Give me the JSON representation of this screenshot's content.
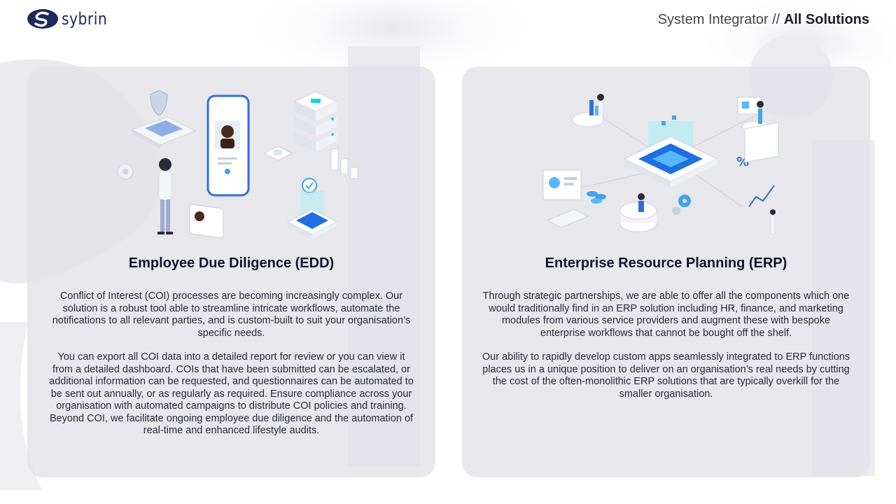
{
  "brand": {
    "name": "sybrin",
    "color": "#1d2a5a",
    "accent": "#0fc8d8"
  },
  "header": {
    "breadcrumb_prefix": "System Integrator // ",
    "breadcrumb_section": "All Solutions"
  },
  "cards": [
    {
      "title": "Employee Due Diligence (EDD)",
      "paragraphs": [
        "Conflict of Interest (COI) processes are becoming increasingly complex. Our solution is a robust tool able to streamline intricate workflows, automate the notifications to all relevant parties, and is custom-built to suit your organisation’s specific needs.",
        "You can export all COI data into a detailed report for review or you can view it from a detailed dashboard. COIs that have been submitted can be escalated, or additional information can be requested, and questionnaires can be automated to be sent out annually, or as regularly as required. Ensure compliance across your organisation with automated campaigns to distribute COI policies and training. Beyond COI, we facilitate ongoing employee due diligence and the automation of real-time and enhanced lifestyle audits."
      ]
    },
    {
      "title": "Enterprise Resource Planning (ERP)",
      "paragraphs": [
        "Through strategic partnerships, we are able to offer all the components which one would traditionally find in an ERP solution including HR, finance, and marketing modules from various service providers and augment these with bespoke enterprise workflows that cannot be bought off the shelf.",
        "Our ability to rapidly develop custom apps seamlessly integrated to ERP functions places us in a unique position to deliver on an organisation’s real needs by cutting the cost of the often-monolithic ERP solutions that are typically overkill for the smaller organisation."
      ]
    }
  ]
}
